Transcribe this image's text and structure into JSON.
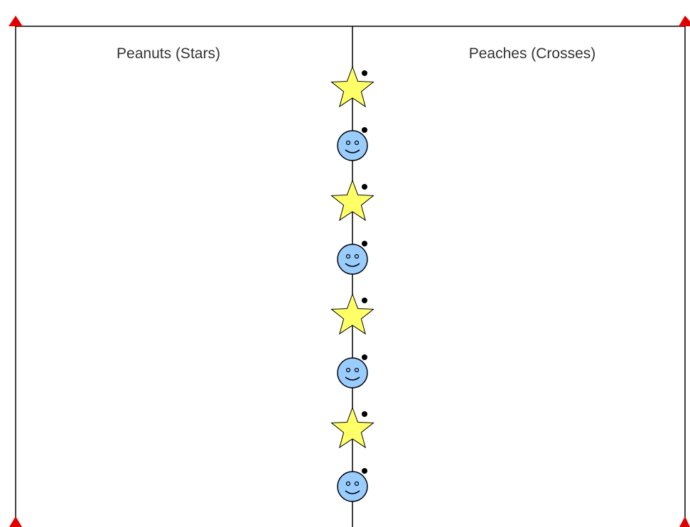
{
  "labels": {
    "left": "Peanuts (Stars)",
    "right": "Peaches (Crosses)"
  },
  "colors": {
    "line": "#000000",
    "corner_marker": "#e00000",
    "star_fill": "#ffff66",
    "smiley_fill": "#99ccff",
    "outline": "#000000"
  },
  "sequence": [
    {
      "type": "star",
      "icon": "star-icon"
    },
    {
      "type": "smiley",
      "icon": "smiley-face-icon"
    },
    {
      "type": "star",
      "icon": "star-icon"
    },
    {
      "type": "smiley",
      "icon": "smiley-face-icon"
    },
    {
      "type": "star",
      "icon": "star-icon"
    },
    {
      "type": "smiley",
      "icon": "smiley-face-icon"
    },
    {
      "type": "star",
      "icon": "star-icon"
    },
    {
      "type": "smiley",
      "icon": "smiley-face-icon"
    }
  ]
}
